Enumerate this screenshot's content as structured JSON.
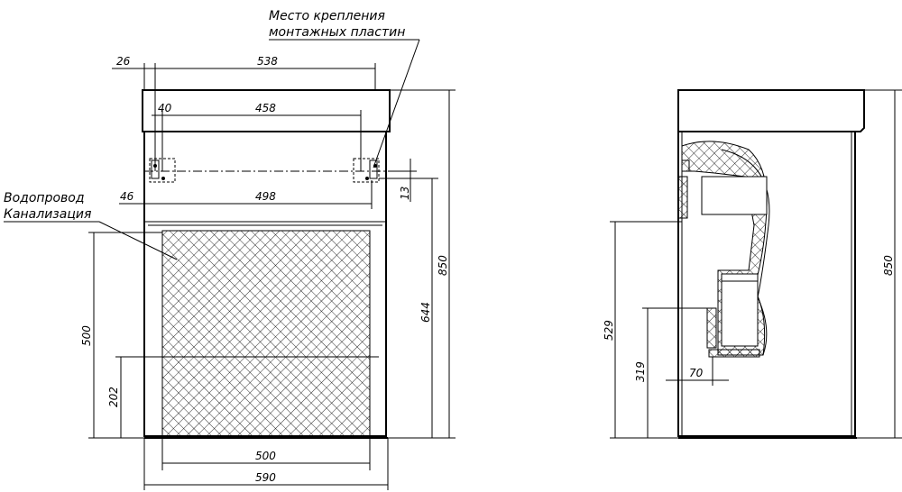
{
  "notes": {
    "mount_line1": "Место крепления",
    "mount_line2": "монтажных пластин",
    "water_supply": "Водопровод",
    "sewer": "Канализация"
  },
  "front_dimensions": {
    "d26": "26",
    "d538": "538",
    "d40": "40",
    "d458": "458",
    "d46": "46",
    "d498": "498",
    "d13": "13",
    "d850": "850",
    "d644": "644",
    "d500v": "500",
    "d202": "202",
    "d500h": "500",
    "d590": "590"
  },
  "side_dimensions": {
    "d850": "850",
    "d529": "529",
    "d319": "319",
    "d70": "70"
  }
}
